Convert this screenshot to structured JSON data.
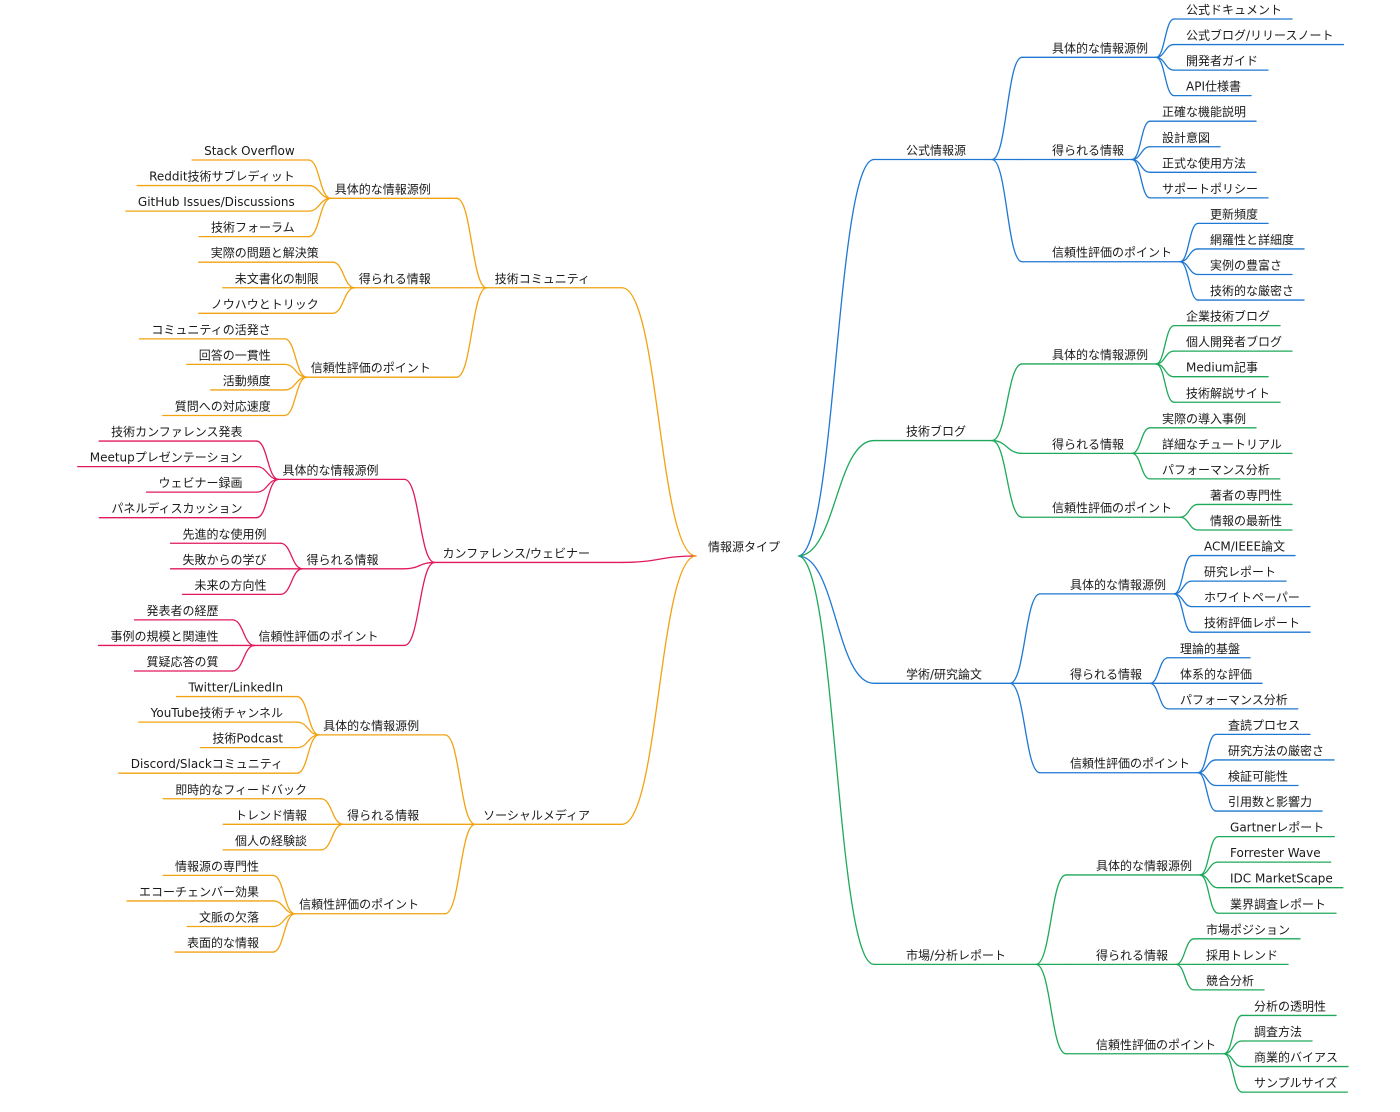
{
  "colors": {
    "blue": "#1f78d1",
    "green": "#1ea95a",
    "orange": "#f2a311",
    "magenta": "#e0195f",
    "text": "#1a1a1a"
  },
  "root": {
    "label": "情報源タイプ"
  },
  "branches": [
    {
      "label": "公式情報源",
      "side": "right",
      "color": "blue",
      "groups": [
        {
          "label": "具体的な情報源例",
          "items": [
            "公式ドキュメント",
            "公式ブログ/リリースノート",
            "開発者ガイド",
            "API仕様書"
          ]
        },
        {
          "label": "得られる情報",
          "items": [
            "正確な機能説明",
            "設計意図",
            "正式な使用方法",
            "サポートポリシー"
          ]
        },
        {
          "label": "信頼性評価のポイント",
          "items": [
            "更新頻度",
            "網羅性と詳細度",
            "実例の豊富さ",
            "技術的な厳密さ"
          ]
        }
      ]
    },
    {
      "label": "技術ブログ",
      "side": "right",
      "color": "green",
      "groups": [
        {
          "label": "具体的な情報源例",
          "items": [
            "企業技術ブログ",
            "個人開発者ブログ",
            "Medium記事",
            "技術解説サイト"
          ]
        },
        {
          "label": "得られる情報",
          "items": [
            "実際の導入事例",
            "詳細なチュートリアル",
            "パフォーマンス分析"
          ]
        },
        {
          "label": "信頼性評価のポイント",
          "items": [
            "著者の専門性",
            "情報の最新性"
          ]
        }
      ]
    },
    {
      "label": "学術/研究論文",
      "side": "right",
      "color": "blue",
      "groups": [
        {
          "label": "具体的な情報源例",
          "items": [
            "ACM/IEEE論文",
            "研究レポート",
            "ホワイトペーパー",
            "技術評価レポート"
          ]
        },
        {
          "label": "得られる情報",
          "items": [
            "理論的基盤",
            "体系的な評価",
            "パフォーマンス分析"
          ]
        },
        {
          "label": "信頼性評価のポイント",
          "items": [
            "査読プロセス",
            "研究方法の厳密さ",
            "検証可能性",
            "引用数と影響力"
          ]
        }
      ]
    },
    {
      "label": "市場/分析レポート",
      "side": "right",
      "color": "green",
      "groups": [
        {
          "label": "具体的な情報源例",
          "items": [
            "Gartnerレポート",
            "Forrester Wave",
            "IDC MarketScape",
            "業界調査レポート"
          ]
        },
        {
          "label": "得られる情報",
          "items": [
            "市場ポジション",
            "採用トレンド",
            "競合分析"
          ]
        },
        {
          "label": "信頼性評価のポイント",
          "items": [
            "分析の透明性",
            "調査方法",
            "商業的バイアス",
            "サンプルサイズ"
          ]
        }
      ]
    },
    {
      "label": "技術コミュニティ",
      "side": "left",
      "color": "orange",
      "groups": [
        {
          "label": "具体的な情報源例",
          "items": [
            "Stack Overflow",
            "Reddit技術サブレディット",
            "GitHub Issues/Discussions",
            "技術フォーラム"
          ]
        },
        {
          "label": "得られる情報",
          "items": [
            "実際の問題と解決策",
            "未文書化の制限",
            "ノウハウとトリック"
          ]
        },
        {
          "label": "信頼性評価のポイント",
          "items": [
            "コミュニティの活発さ",
            "回答の一貫性",
            "活動頻度",
            "質問への対応速度"
          ]
        }
      ]
    },
    {
      "label": "カンファレンス/ウェビナー",
      "side": "left",
      "color": "magenta",
      "groups": [
        {
          "label": "具体的な情報源例",
          "items": [
            "技術カンファレンス発表",
            "Meetupプレゼンテーション",
            "ウェビナー録画",
            "パネルディスカッション"
          ]
        },
        {
          "label": "得られる情報",
          "items": [
            "先進的な使用例",
            "失敗からの学び",
            "未来の方向性"
          ]
        },
        {
          "label": "信頼性評価のポイント",
          "items": [
            "発表者の経歴",
            "事例の規模と関連性",
            "質疑応答の質"
          ]
        }
      ]
    },
    {
      "label": "ソーシャルメディア",
      "side": "left",
      "color": "orange",
      "groups": [
        {
          "label": "具体的な情報源例",
          "items": [
            "Twitter/LinkedIn",
            "YouTube技術チャンネル",
            "技術Podcast",
            "Discord/Slackコミュニティ"
          ]
        },
        {
          "label": "得られる情報",
          "items": [
            "即時的なフィードバック",
            "トレンド情報",
            "個人の経験談"
          ]
        },
        {
          "label": "信頼性評価のポイント",
          "items": [
            "情報源の専門性",
            "エコーチェンバー効果",
            "文脈の欠落",
            "表面的な情報"
          ]
        }
      ]
    }
  ]
}
